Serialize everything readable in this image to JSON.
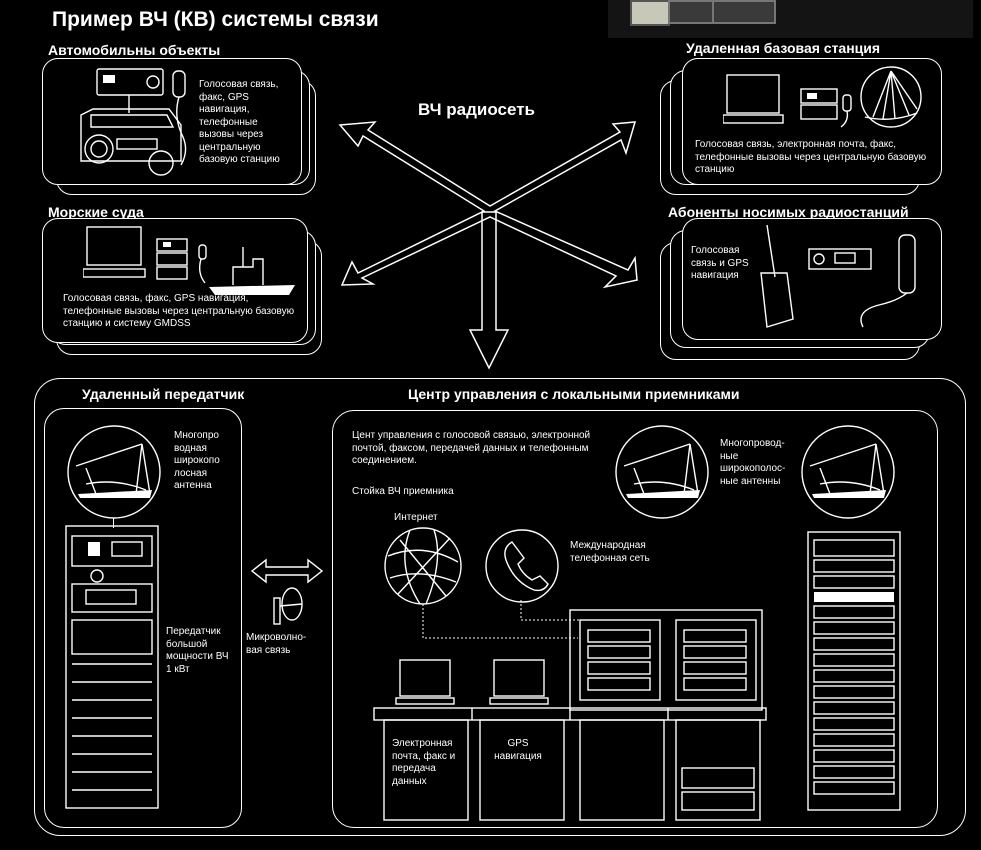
{
  "title": "Пример ВЧ (КВ) системы связи",
  "hf_network": "ВЧ радиосеть",
  "vehicles": {
    "heading": "Автомобильны объекты",
    "text": "Голосовая связь, факс, GPS навигация, телефонные вызовы через центральную базовую станцию"
  },
  "remote_base": {
    "heading": "Удаленная базовая станция",
    "text": "Голосовая связь, электронная почта, факс, телефонные вызовы через центральную базовую станцию"
  },
  "ships": {
    "heading": "Морские суда",
    "text": "Голосовая связь, факс, GPS навигация, телефонные вызовы через центральную базовую станцию и систему GMDSS"
  },
  "manpack": {
    "heading": "Абоненты носимых радиостанций",
    "text": "Голосовая связь и GPS навигация"
  },
  "remote_tx": {
    "heading": "Удаленный передатчик",
    "antenna_label": "Многопро водная широкопо лосная антенна",
    "tx_label": "Передатчик большой мощности ВЧ 1 кВт"
  },
  "microwave": {
    "label": "Микроволно- вая связь"
  },
  "control_center": {
    "heading": "Центр управления с локальными приемниками",
    "description": "Цент управления с голосовой связью, электронной почтой, факсом, передачей данных и телефонным соединением.",
    "rack_label": "Стойка ВЧ приемника",
    "internet": "Интернет",
    "phone": "Международная телефонная сеть",
    "antennas": "Многопровод- ные широкополос- ные антенны",
    "email": "Электронная почта, факс и передача данных",
    "gps": "GPS навигация"
  },
  "colors": {
    "background": "#000000",
    "foreground": "#ffffff"
  }
}
